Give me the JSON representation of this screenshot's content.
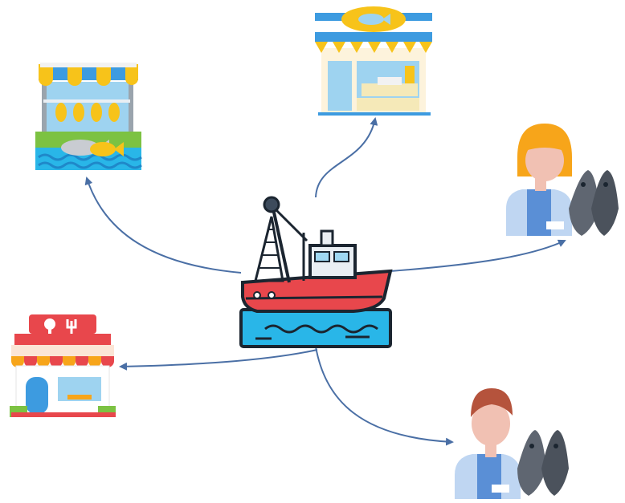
{
  "diagram": {
    "center": {
      "icon": "fishing-boat-icon"
    },
    "nodes": [
      {
        "id": "fish-market-stall",
        "icon": "fish-market-stall-icon"
      },
      {
        "id": "fish-shop",
        "icon": "fish-shop-icon"
      },
      {
        "id": "fishmonger-woman",
        "icon": "fishmonger-woman-icon"
      },
      {
        "id": "restaurant",
        "icon": "restaurant-icon"
      },
      {
        "id": "fishmonger-man",
        "icon": "fishmonger-man-icon"
      }
    ],
    "edges": [
      {
        "from": "fishing-boat",
        "to": "fish-market-stall"
      },
      {
        "from": "fishing-boat",
        "to": "fish-shop"
      },
      {
        "from": "fishing-boat",
        "to": "fishmonger-woman"
      },
      {
        "from": "fishing-boat",
        "to": "restaurant"
      },
      {
        "from": "fishing-boat",
        "to": "fishmonger-man"
      }
    ],
    "colors": {
      "arrow": "#4a6fa5",
      "outline": "#1b2530",
      "boat_red": "#e8474c",
      "water_blue": "#29b6e8",
      "awning_yellow": "#f7c31a",
      "awning_blue": "#3d9be0",
      "fish_grey": "#5f6671",
      "apron_blue": "#5a8fd6",
      "skin": "#f1c1b3"
    }
  }
}
